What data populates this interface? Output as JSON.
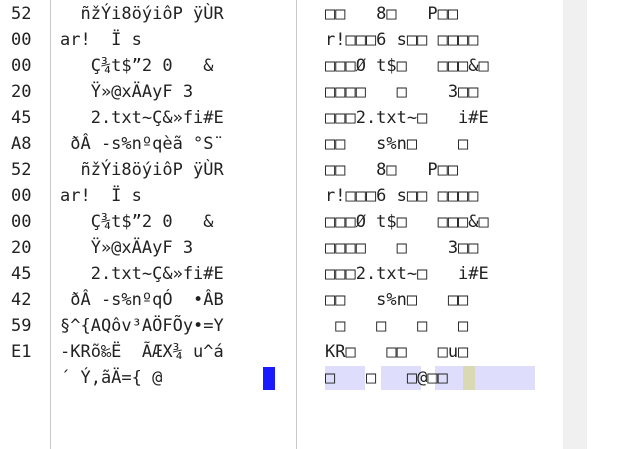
{
  "addresses": [
    "52",
    "00",
    "00",
    "20",
    "45",
    "A8",
    "52",
    "00",
    "00",
    "20",
    "45",
    "42",
    "59",
    "E1",
    ""
  ],
  "text_lines": [
    "  ñžÝi8öýiôP ÿÙR",
    "ar!  Ï s",
    "   Ç¾t$”2 0   &",
    "   Ÿ»@xÄAyF 3",
    "   2.txt~Ç&»fi#E",
    " ðÂ -s%nºqèã °S¨",
    "  ñžÝi8öýiôP ÿÙR",
    "ar!  Ï s",
    "   Ç¾t$”2 0   &",
    "   Ÿ»@xÄAyF 3",
    "   2.txt~Ç&»fi#E",
    " ðÂ -s%nºqÓ  •ÂB",
    "§^{AQôv³AÖFÕy•=Y",
    "-KRõ‰Ë  ÃÆX¾ u^á",
    "´ Ý,ãÄ={ @ "
  ],
  "decoded_lines": [
    "□□   8□   P□□",
    "r!□□□6 s□□ □□□□",
    "□□□Ø t$□   □□□&□",
    "□□□□   □    3□□",
    "□□□2.txt~□   i#E",
    "□□   s%n□    □",
    "□□   8□   P□□",
    "r!□□□6 s□□ □□□□",
    "□□□Ø t$□   □□□&□",
    "□□□□   □    3□□",
    "□□□2.txt~□   i#E",
    "□□   s%n□   □□",
    " □   □   □   □",
    "KR□   □□   □u□",
    "□   □   □@□□"
  ]
}
